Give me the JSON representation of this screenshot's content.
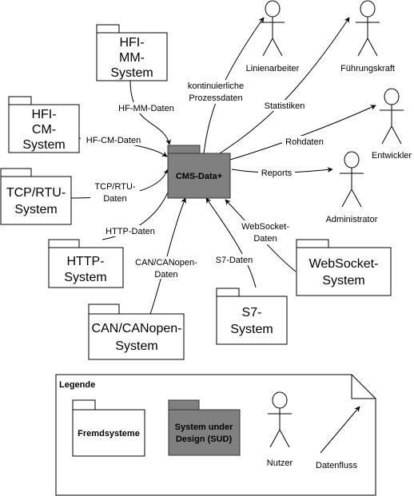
{
  "center": {
    "label": "CMS-Data+"
  },
  "systems": {
    "hfi_mm": [
      "HFI-",
      "MM-",
      "System"
    ],
    "hfi_cm": [
      "HFI-",
      "CM-",
      "System"
    ],
    "tcp_rtu": [
      "TCP/RTU-",
      "System"
    ],
    "http": [
      "HTTP-",
      "System"
    ],
    "can": [
      "CAN/CANopen-",
      "System"
    ],
    "s7": [
      "S7-",
      "System"
    ],
    "websocket": [
      "WebSocket-",
      "System"
    ]
  },
  "actors": {
    "linienarbeiter": "Linienarbeiter",
    "fuehrungskraft": "Führungskraft",
    "entwickler": "Entwickler",
    "administrator": "Administrator"
  },
  "flows": {
    "hf_mm": [
      "HF-MM-Daten"
    ],
    "hf_cm": [
      "HF-CM-Daten"
    ],
    "tcp_rtu": [
      "TCP/RTU-",
      "Daten"
    ],
    "http": [
      "HTTP-Daten"
    ],
    "can": [
      "CAN/CANopen-",
      "Daten"
    ],
    "s7": [
      "S7-Daten"
    ],
    "websocket": [
      "WebSocket-",
      "Daten"
    ],
    "prozess": [
      "kontinuierliche",
      "Prozessdaten"
    ],
    "statistiken": [
      "Statistiken"
    ],
    "rohdaten": [
      "Rohdaten"
    ],
    "reports": [
      "Reports"
    ]
  },
  "legend": {
    "title": "Legende",
    "fremdsysteme": "Fremdsysteme",
    "sud": [
      "System under",
      "Design (SUD)"
    ],
    "nutzer": "Nutzer",
    "datenfluss": "Datenfluss"
  },
  "colors": {
    "sud_fill": "#808080",
    "sud_stroke": "#333333",
    "stroke": "#000000",
    "background": "#ffffff"
  }
}
